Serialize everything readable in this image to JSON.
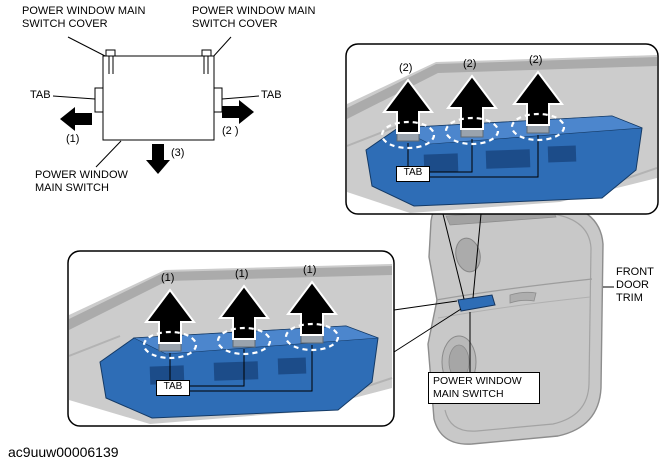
{
  "colors": {
    "switch_blue": "#2e6db6",
    "switch_blue_light": "#4c86cd",
    "switch_blue_dark": "#143a66",
    "panel_gray": "#cccccc",
    "panel_gray_dark": "#ababab"
  },
  "schematic": {
    "cover_label_left": "POWER WINDOW MAIN\nSWITCH COVER",
    "cover_label_right": "POWER WINDOW MAIN\nSWITCH COVER",
    "tab_left": "TAB",
    "tab_right": "TAB",
    "step_1": "(1)",
    "step_2": "(2 )",
    "step_3": "(3)",
    "switch_label": "POWER WINDOW\nMAIN SWITCH"
  },
  "callout_top": {
    "steps": [
      "(2)",
      "(2)",
      "(2)"
    ],
    "tab_label": "TAB"
  },
  "callout_bottom": {
    "steps": [
      "(1)",
      "(1)",
      "(1)"
    ],
    "tab_label": "TAB"
  },
  "door": {
    "trim_label": "FRONT\nDOOR\nTRIM",
    "switch_label": "POWER WINDOW\nMAIN SWITCH"
  },
  "figure_id": "ac9uuw00006139"
}
